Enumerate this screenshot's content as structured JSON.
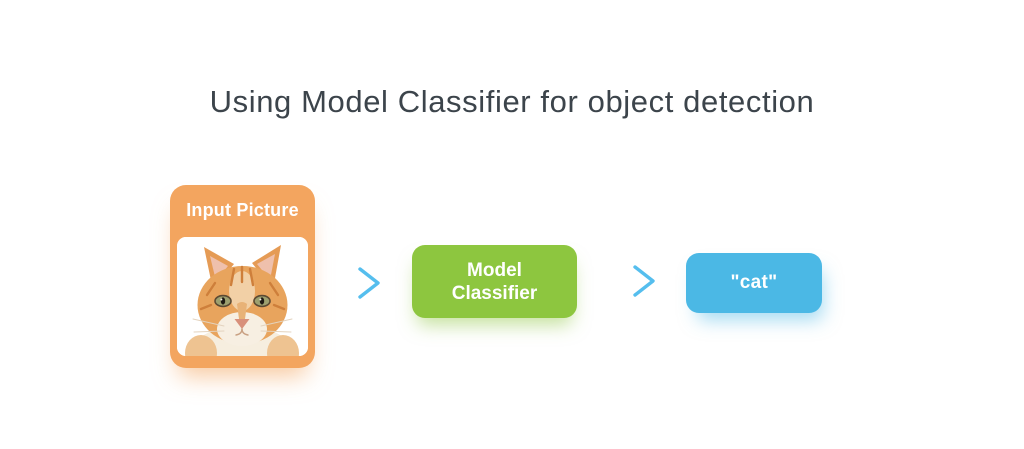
{
  "title": {
    "text": "Using Model Classifier for object detection"
  },
  "flow": {
    "input": {
      "label": "Input Picture",
      "image": "cat-photo"
    },
    "model": {
      "label": "Model Classifier"
    },
    "output": {
      "label": "\"cat\""
    },
    "arrows": [
      "arrow-right",
      "arrow-right"
    ]
  },
  "colors": {
    "title-text": "#3c444b",
    "input-box": "#f3a55f",
    "model-box": "#8dc63f",
    "output-box": "#4bb8e5",
    "arrow": "#55beee",
    "label-text": "#ffffff"
  }
}
